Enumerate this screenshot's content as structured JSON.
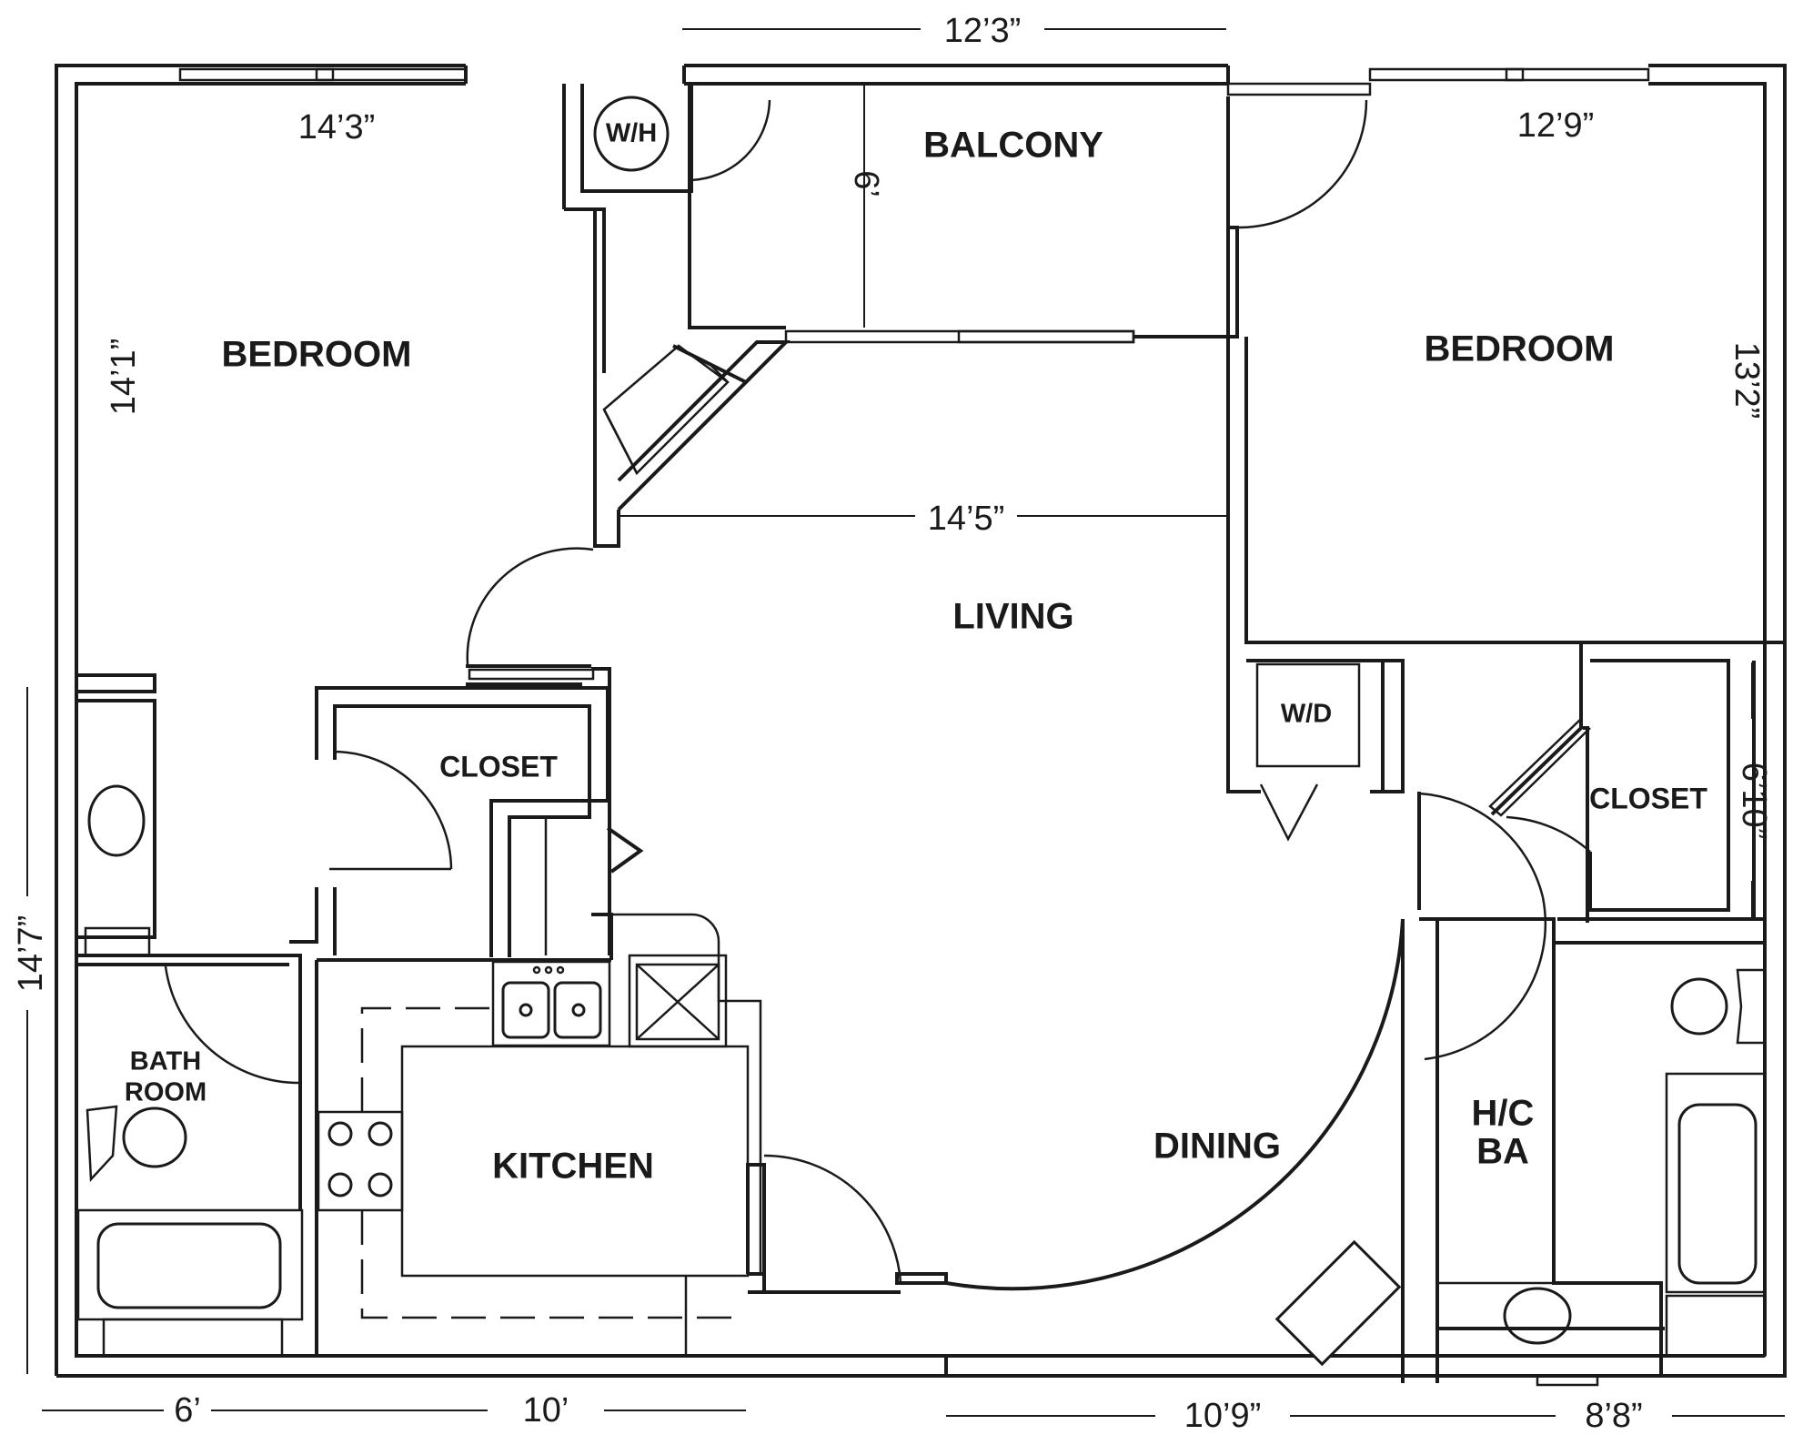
{
  "rooms": {
    "bedroom_left": "BEDROOM",
    "bedroom_right": "BEDROOM",
    "balcony": "BALCONY",
    "living": "LIVING",
    "dining": "DINING",
    "kitchen": "KITCHEN",
    "closet_left": "CLOSET",
    "closet_right": "CLOSET",
    "bathroom_line1": "BATH",
    "bathroom_line2": "ROOM",
    "hc_bath_line1": "H/C",
    "hc_bath_line2": "BA",
    "water_heater": "W/H",
    "washer_dryer": "W/D"
  },
  "dimensions": {
    "top_overall": "12’3”",
    "bedroom_left_width": "14’3”",
    "bedroom_left_depth": "14’1”",
    "balcony_depth": "6’",
    "bedroom_right_width": "12’9”",
    "bedroom_right_depth": "13’2”",
    "living_width": "14’5”",
    "left_overall": "14’7”",
    "closet_right_depth": "6’10”",
    "bottom_bath": "6’",
    "bottom_kitchen": "10’",
    "bottom_dining": "10’9”",
    "bottom_hc_bath": "8’8”"
  }
}
